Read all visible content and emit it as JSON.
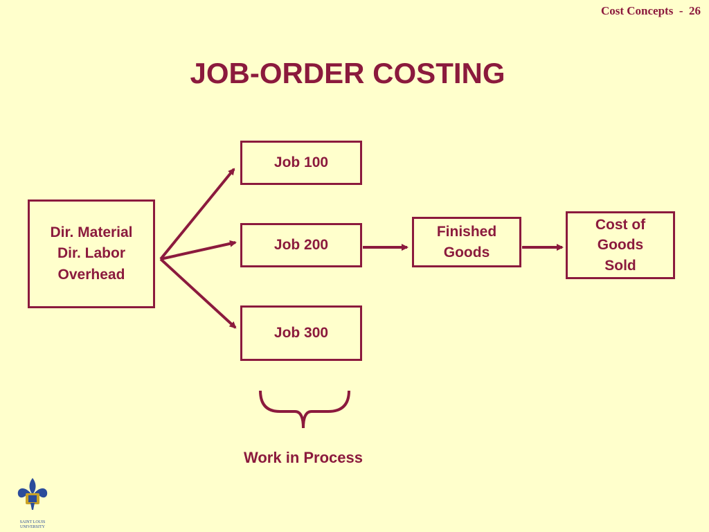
{
  "header": {
    "page_label": "Cost Concepts  -  26"
  },
  "title": "JOB-ORDER COSTING",
  "boxes": {
    "inputs": [
      "Dir. Material",
      "Dir. Labor",
      "Overhead"
    ],
    "job_100": "Job 100",
    "job_200": "Job 200",
    "job_300": "Job 300",
    "finished_goods": [
      "Finished",
      "Goods"
    ],
    "cogs": [
      "Cost of",
      "Goods",
      "Sold"
    ]
  },
  "wip_label": "Work in Process",
  "colors": {
    "accent": "#8B1A3D",
    "background": "#FFFFCC",
    "logo_blue": "#2B4C9B"
  },
  "logo": {
    "line1": "SAINT LOUIS",
    "line2": "UNIVERSITY"
  }
}
